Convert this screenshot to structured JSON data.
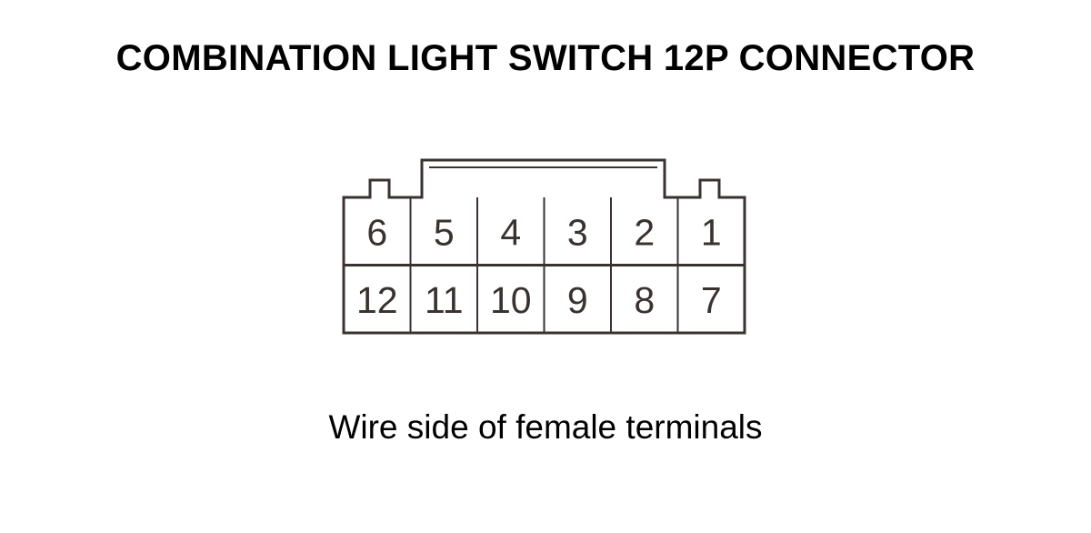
{
  "title": "COMBINATION LIGHT SWITCH 12P CONNECTOR",
  "connector": {
    "pin_rows": [
      [
        "6",
        "5",
        "4",
        "3",
        "2",
        "1"
      ],
      [
        "12",
        "11",
        "10",
        "9",
        "8",
        "7"
      ]
    ],
    "line_color": "#3a3230"
  },
  "caption": "Wire side of female terminals"
}
